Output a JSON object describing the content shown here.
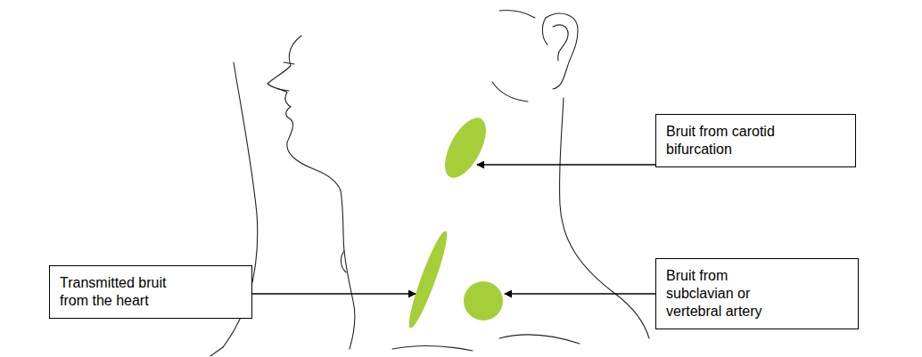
{
  "diagram": {
    "nodes": [
      {
        "text": [
          "Bruit from carotid bifurcation"
        ]
      },
      {
        "text": [
          "Transmitted bruit from the heart"
        ]
      },
      {
        "text": [
          "Bruit from subclavian or vertebral artery"
        ]
      }
    ]
  }
}
